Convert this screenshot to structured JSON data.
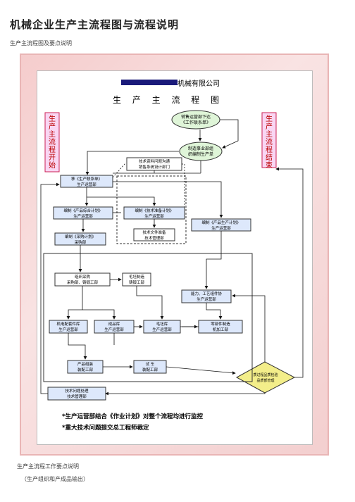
{
  "page": {
    "title": "机械企业生产主流程图与流程说明",
    "subtitle": "生产主流程图及要点说明",
    "footer_line1": "生产主流程工作要点说明",
    "footer_line2": "（生产组织和产成品输出）"
  },
  "diagram": {
    "company": "机械有限公司",
    "heading": "生 产 主 流 程 图",
    "start_label": "生产主流程开始",
    "end_label": "生产主流程结束",
    "nodes": {
      "sales_order": [
        "销售运营部下达",
        "《工作联系单》"
      ],
      "review_meeting": [
        "制造事业部组",
        "织编制生产单"
      ],
      "tech_drawings": [
        "技术资料问题沟通",
        "销售系统设计部门"
      ],
      "production_order": [
        "移《生产联系单》",
        "生产运营部"
      ],
      "product_plan": [
        "编制《产品综合计划》",
        "生产运营部"
      ],
      "tech_prep_plan": [
        "编制《技术准备计划》",
        "生产运营部"
      ],
      "prod_plan": [
        "编制《产品生产计划》",
        "生产运营部"
      ],
      "purchase_plan": [
        "编制《采购计划》",
        "采购部"
      ],
      "tech_docs": [
        "技术文件准备",
        "技术管理部"
      ],
      "procurement": [
        "组织采购",
        "采购部、铸锻工部"
      ],
      "blank_make": [
        "毛坯制造",
        "铸锻工部"
      ],
      "capacity": [
        "能力、工艺组件协",
        "生产运营部"
      ],
      "mech_warehouse": [
        "机电配套件库",
        "生产运营部"
      ],
      "finished_warehouse": [
        "成品库",
        "生产运营部"
      ],
      "blank_warehouse": [
        "毛坯库",
        "生产运营部"
      ],
      "parts_make": [
        "零部件制造",
        "机加工部"
      ],
      "assembly": [
        "产品组装",
        "装配工部"
      ],
      "test": [
        "试  车",
        "装配工部"
      ],
      "inspection": [
        "质过程品质检验",
        "品质部管理"
      ],
      "tech_issue": [
        "技术问题处理",
        "技术管理部"
      ]
    },
    "notes": [
      "*生产运营部结合《作业计划》对整个流程均进行监控",
      "*重大技术问题提交总工程师裁定"
    ]
  }
}
